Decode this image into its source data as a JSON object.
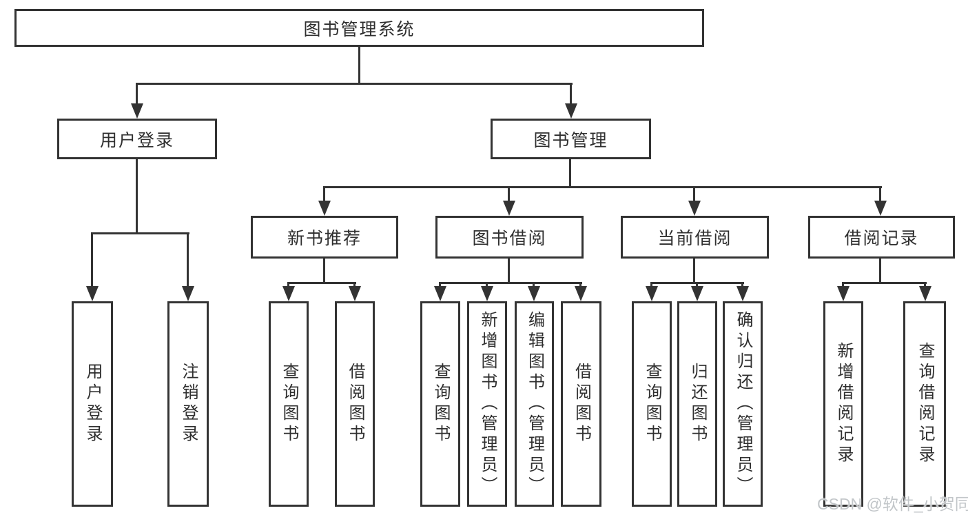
{
  "tree": {
    "root": {
      "label": "图书管理系统"
    },
    "branches": [
      {
        "label": "用户登录",
        "children": [
          {
            "label": "用户登录"
          },
          {
            "label": "注销登录"
          }
        ]
      },
      {
        "label": "图书管理",
        "children": [
          {
            "label": "新书推荐",
            "children": [
              {
                "label": "查询图书"
              },
              {
                "label": "借阅图书"
              }
            ]
          },
          {
            "label": "图书借阅",
            "children": [
              {
                "label": "查询图书"
              },
              {
                "label": "新增图书（管理员）"
              },
              {
                "label": "编辑图书（管理员）"
              },
              {
                "label": "借阅图书"
              }
            ]
          },
          {
            "label": "当前借阅",
            "children": [
              {
                "label": "查询图书"
              },
              {
                "label": "归还图书"
              },
              {
                "label": "确认归还（管理员）"
              }
            ]
          },
          {
            "label": "借阅记录",
            "children": [
              {
                "label": "新增借阅记录"
              },
              {
                "label": "查询借阅记录"
              }
            ]
          }
        ]
      }
    ]
  },
  "watermark": {
    "text": "CSDN @软件_小贺同学"
  },
  "colors": {
    "line": "#333333",
    "text": "#2f2f2f",
    "background": "#ffffff",
    "watermark": "#c2c6c9"
  }
}
